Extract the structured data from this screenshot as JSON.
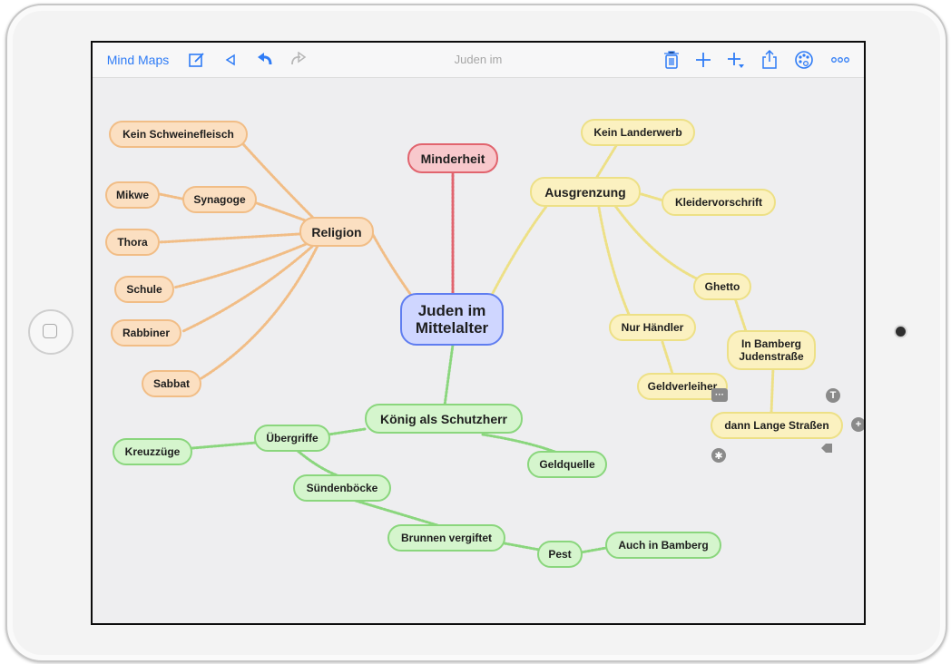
{
  "toolbar": {
    "back_label": "Mind Maps",
    "title": "Juden im",
    "icons": [
      "compose-icon",
      "triangle-left-icon",
      "undo-icon",
      "redo-icon",
      "trash-icon",
      "plus-icon",
      "add-child-icon",
      "share-icon",
      "palette-icon",
      "more-icon"
    ]
  },
  "colors": {
    "accent": "#2f7cf6",
    "orange_branch": "#f1bd86",
    "yellow_branch": "#ede086",
    "green_branch": "#8ad67d",
    "red_branch": "#e1646e",
    "center": "#5f7df0"
  },
  "map": {
    "center": "Juden im Mittelalter",
    "minderheit": "Minderheit",
    "religion": {
      "label": "Religion",
      "schweinefleisch": "Kein Schweinefleisch",
      "synagoge": "Synagoge",
      "mikwe": "Mikwe",
      "thora": "Thora",
      "schule": "Schule",
      "rabbiner": "Rabbiner",
      "sabbat": "Sabbat"
    },
    "ausgrenzung": {
      "label": "Ausgrenzung",
      "landerwerb": "Kein Landerwerb",
      "kleidervorschrift": "Kleidervorschrift",
      "ghetto": "Ghetto",
      "bamberg_judenstrasse": "In Bamberg Judenstraße",
      "lange_strassen": "dann Lange Straßen",
      "nur_haendler": "Nur Händler",
      "geldverleiher": "Geldverleiher"
    },
    "koenig": {
      "label": "König als Schutzherr",
      "uebergriffe": "Übergriffe",
      "kreuzzuege": "Kreuzzüge",
      "suendenboecke": "Sündenböcke",
      "brunnen": "Brunnen vergiftet",
      "pest": "Pest",
      "bamberg": "Auch in Bamberg",
      "geldquelle": "Geldquelle"
    }
  },
  "controls": {
    "more_glyph": "···",
    "text_glyph": "T",
    "add_glyph": "+",
    "asterisk_glyph": "✱"
  }
}
